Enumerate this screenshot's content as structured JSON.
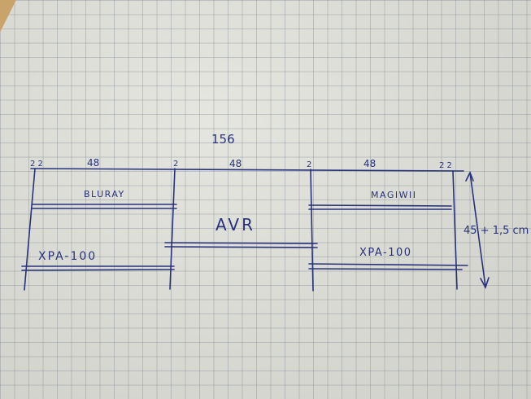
{
  "diagram": {
    "total_width": "156",
    "top_dims": [
      "2 2",
      "48",
      "2",
      "48",
      "2",
      "48",
      "2 2"
    ],
    "height_dim": "45 + 1,5 cm",
    "compartments": {
      "top_left": "BLURAY",
      "top_right": "MAGIWII",
      "center": "AVR",
      "bottom_left": "XPA-100",
      "bottom_right": "XPA-100"
    },
    "ink_color": "#28327a"
  }
}
